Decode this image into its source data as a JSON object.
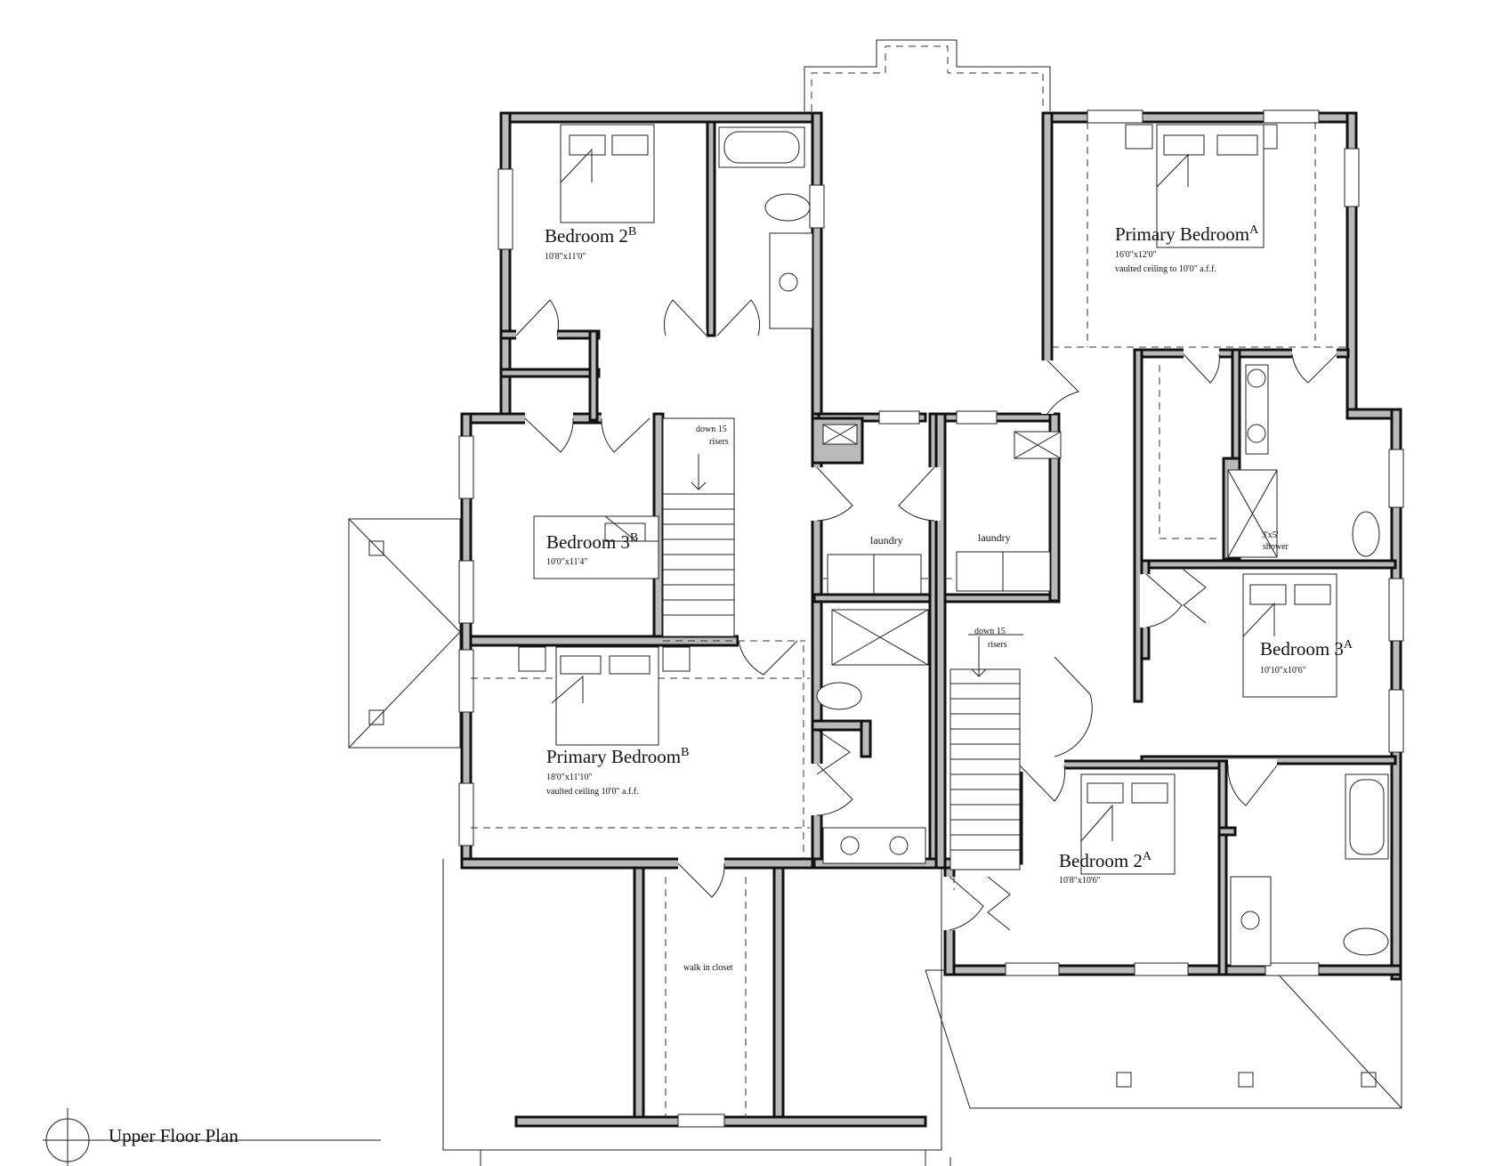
{
  "plan_title": "Upper Floor Plan",
  "rooms": {
    "bedroom_2b": {
      "name": "Bedroom 2",
      "sup": "B",
      "dims": "10'8\"x11'0\""
    },
    "bedroom_3b": {
      "name": "Bedroom 3",
      "sup": "B",
      "dims": "10'0\"x11'4\""
    },
    "primary_bedroom_b": {
      "name": "Primary Bedroom",
      "sup": "B",
      "dims": "18'0\"x11'10\"",
      "note": "vaulted ceiling 10'0\" a.f.f."
    },
    "primary_bedroom_a": {
      "name": "Primary Bedroom",
      "sup": "A",
      "dims": "16'0\"x12'0\"",
      "note": "vaulted ceiling to 10'0\" a.f.f."
    },
    "bedroom_3a": {
      "name": "Bedroom 3",
      "sup": "A",
      "dims": "10'10\"x10'6\""
    },
    "bedroom_2a": {
      "name": "Bedroom 2",
      "sup": "A",
      "dims": "10'8\"x10'6\""
    }
  },
  "labels": {
    "laundry_b": "laundry",
    "laundry_a": "laundry",
    "walk_in_closet": "walk in closet",
    "stair_b_line1": "down 15",
    "stair_b_line2": "risers",
    "stair_a_line1": "down 15",
    "stair_a_line2": "risers",
    "shower_line1": "3'x5'",
    "shower_line2": "shower"
  }
}
